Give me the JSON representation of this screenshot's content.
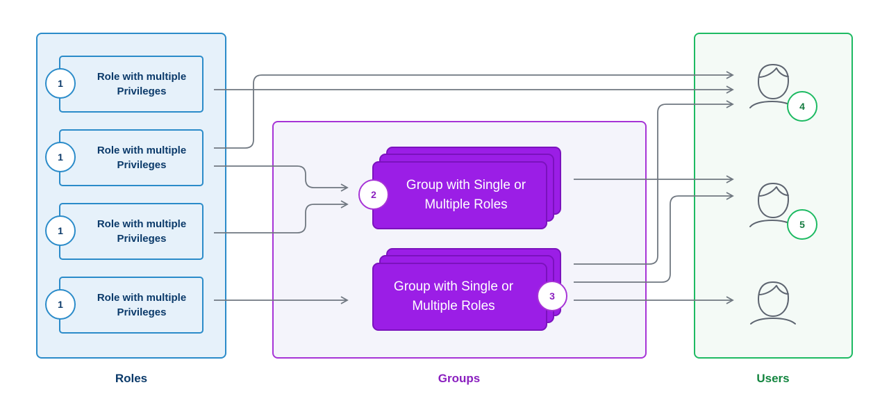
{
  "roles": {
    "label": "Roles",
    "cards": [
      {
        "badge": "1",
        "text": "Role with multiple Privileges"
      },
      {
        "badge": "1",
        "text": "Role with multiple Privileges"
      },
      {
        "badge": "1",
        "text": "Role with multiple Privileges"
      },
      {
        "badge": "1",
        "text": "Role with multiple Privileges"
      }
    ]
  },
  "groups": {
    "label": "Groups",
    "cards": [
      {
        "badge": "2",
        "text": "Group with Single or Multiple Roles"
      },
      {
        "badge": "3",
        "text": "Group with Single or Multiple Roles"
      }
    ]
  },
  "users": {
    "label": "Users",
    "badges": [
      "4",
      "5"
    ],
    "icon": "user-icon"
  },
  "colors": {
    "roles_accent": "#2a8bc9",
    "groups_accent": "#9b1ee6",
    "users_accent": "#1dba62",
    "connector": "#6f7780"
  }
}
